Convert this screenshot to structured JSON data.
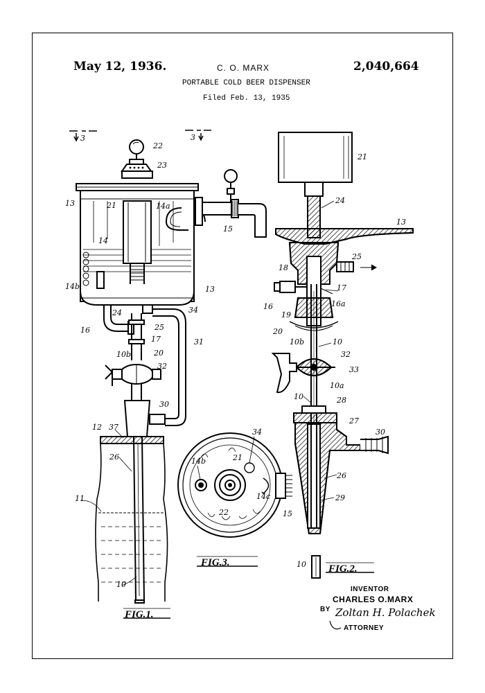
{
  "header": {
    "date": "May 12, 1936.",
    "inventor_header": "C. O. MARX",
    "patent_number": "2,040,664",
    "title": "PORTABLE COLD BEER DISPENSER",
    "filed": "Filed Feb. 13, 1935"
  },
  "figures": {
    "fig1": "FIG.1.",
    "fig2": "FIG.2.",
    "fig3": "FIG.3."
  },
  "section_marks": {
    "left": "3",
    "right": "3"
  },
  "signature": {
    "inventor_label": "INVENTOR",
    "inventor_name": "CHARLES O.MARX",
    "by": "BY",
    "attorney_label": "ATTORNEY",
    "attorney_signature": "Zoltan H. Polachek"
  },
  "refs": {
    "r22": "22",
    "r23": "23",
    "r13": "13",
    "r21": "21",
    "r14a": "14a",
    "r14": "14",
    "r14b": "14b",
    "r15": "15",
    "r24": "24",
    "r34": "34",
    "r25": "25",
    "r16": "16",
    "r17": "17",
    "r10b": "10b",
    "r20": "20",
    "r31": "31",
    "r32": "32",
    "r30": "30",
    "r12": "12",
    "r37": "37",
    "r26": "26",
    "r11": "11",
    "r10": "10",
    "r18": "18",
    "r16a": "16a",
    "r19": "19",
    "r33": "33",
    "r10a": "10a",
    "r28": "28",
    "r27": "27",
    "r29": "29",
    "r14c": "14c"
  }
}
